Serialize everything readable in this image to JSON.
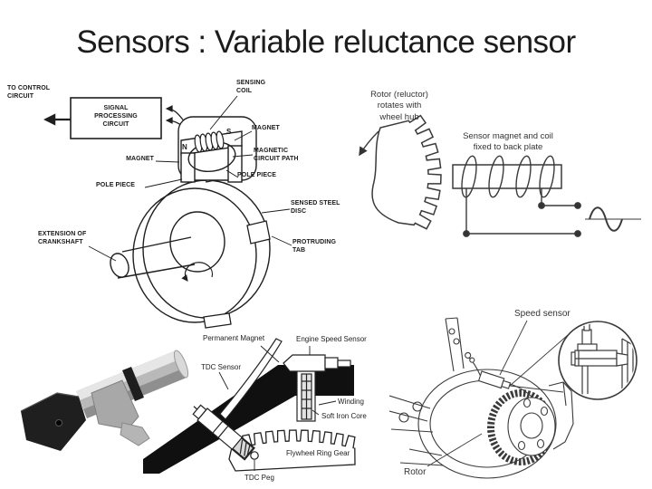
{
  "slide": {
    "title": "Sensors : Variable reluctance sensor"
  },
  "crank_diagram": {
    "to_control_circuit": "TO CONTROL CIRCUIT",
    "signal_processing_circuit": "SIGNAL PROCESSING CIRCUIT",
    "sensing_coil": "SENSING COIL",
    "magnet_top": "MAGNET",
    "magnet_left": "MAGNET",
    "magnetic_circuit_path": "MAGNETIC CIRCUIT PATH",
    "pole_piece_left": "POLE PIECE",
    "pole_piece_right": "POLE PIECE",
    "north_pole": "N",
    "south_pole": "S",
    "sensed_steel_disc": "SENSED STEEL DISC",
    "extension_of_crankshaft": "EXTENSION OF CRANKSHAFT",
    "protruding_tab": "PROTRUDING TAB"
  },
  "wheel_diagram": {
    "rotor_caption": "Rotor (reluctor) rotates with wheel hub",
    "sensor_caption": "Sensor magnet and coil fixed to back plate"
  },
  "flywheel_diagram": {
    "permanent_magnet": "Permanent Magnet",
    "engine_speed_sensor": "Engine Speed Sensor",
    "tdc_sensor": "TDC Sensor",
    "winding": "Winding",
    "soft_iron_core": "Soft Iron Core",
    "flywheel_ring_gear": "Flywheel Ring Gear",
    "tdc_peg": "TDC Peg"
  },
  "hub_diagram": {
    "speed_sensor": "Speed sensor",
    "rotor": "Rotor"
  },
  "colors": {
    "ink": "#1f1f1f",
    "block_black": "#101010"
  }
}
